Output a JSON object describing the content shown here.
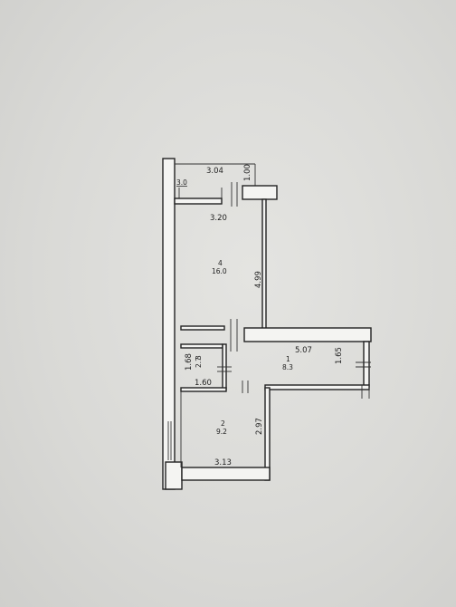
{
  "plan": {
    "dimensions": {
      "balcony_width": "3.04",
      "balcony_depth": "1.00",
      "balcony_area": "3.0",
      "room4_width": "3.20",
      "room4_length": "4.99",
      "hall_length": "5.07",
      "hall_width": "1.65",
      "bath_width": "1.60",
      "bath_length": "1.68",
      "room2_width": "3.13",
      "room2_length": "2.97"
    },
    "rooms": [
      {
        "number": "4",
        "area": "16.0"
      },
      {
        "number": "1",
        "area": "8.3"
      },
      {
        "number": "3",
        "area": "2.7"
      },
      {
        "number": "2",
        "area": "9.2"
      }
    ]
  }
}
